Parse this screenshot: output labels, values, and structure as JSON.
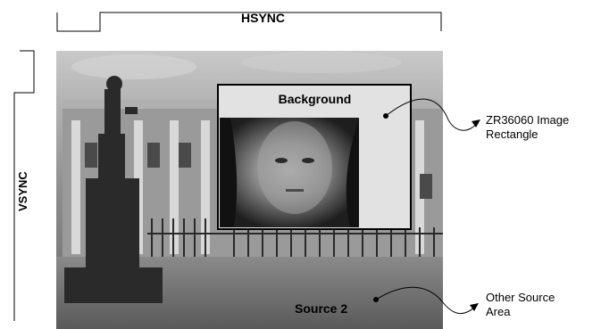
{
  "timing": {
    "hsync_label": "HSYNC",
    "vsync_label": "VSYNC"
  },
  "regions": {
    "background_label": "Background",
    "source2_label": "Source 2"
  },
  "callouts": {
    "image_rectangle": "ZR36060 Image\nRectangle",
    "other_source": "Other Source\nArea"
  },
  "colors": {
    "background_fill": "#e2e2e2",
    "outline": "#000000",
    "photo_sky": "#8a8a8a",
    "photo_ground": "#707070"
  }
}
